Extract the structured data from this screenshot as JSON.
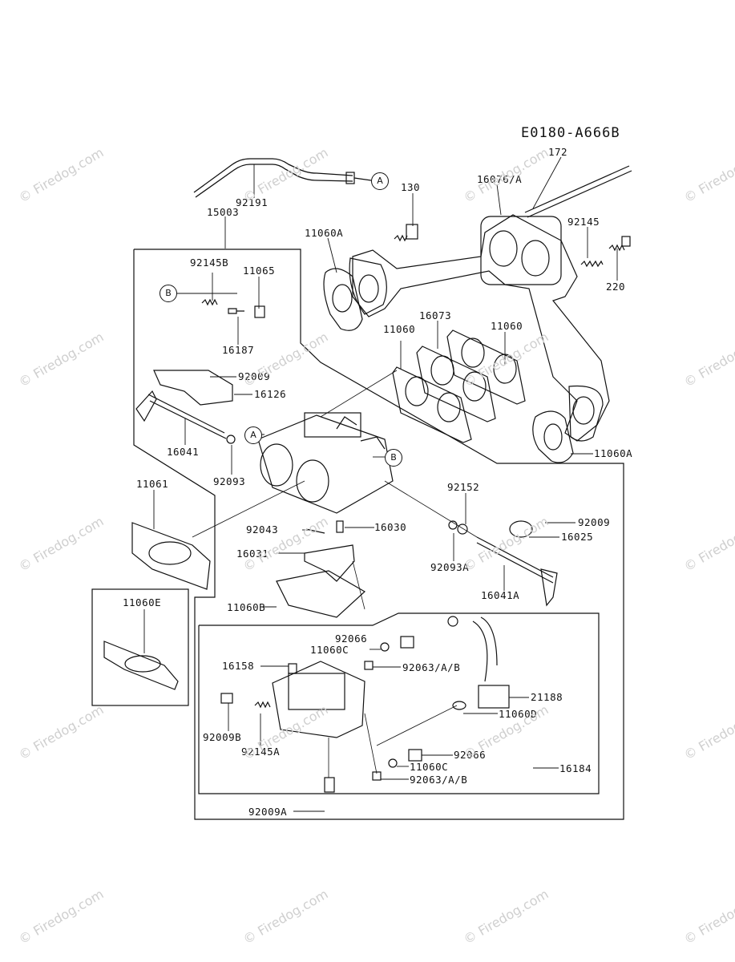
{
  "diagram": {
    "code": "E0180-A666B",
    "watermark": "© Firedog.com",
    "callouts": {
      "a": "A",
      "b": "B"
    },
    "labels": {
      "p92191": "92191",
      "p15003": "15003",
      "p130": "130",
      "p11060A_top": "11060A",
      "p16076": "16076/A",
      "p172": "172",
      "p92145": "92145",
      "p220": "220",
      "p92145B": "92145B",
      "p11065": "11065",
      "p16187": "16187",
      "p16073": "16073",
      "p11060_left": "11060",
      "p11060_right": "11060",
      "p92009_top": "92009",
      "p16126": "16126",
      "p16041": "16041",
      "p92093": "92093",
      "p11060A_right": "11060A",
      "p11061": "11061",
      "p92152": "92152",
      "p92043": "92043",
      "p16030": "16030",
      "p92009_right": "92009",
      "p16025": "16025",
      "p16031": "16031",
      "p92093A": "92093A",
      "p16041A": "16041A",
      "p11060E": "11060E",
      "p11060B": "11060B",
      "p16158": "16158",
      "p92066_top": "92066",
      "p11060C_top": "11060C",
      "p92063_top": "92063/A/B",
      "p21188": "21188",
      "p11060D": "11060D",
      "p92009B": "92009B",
      "p92145A": "92145A",
      "p92066_bottom": "92066",
      "p11060C_bottom": "11060C",
      "p92063_bottom": "92063/A/B",
      "p16184": "16184",
      "p92009A": "92009A"
    }
  }
}
